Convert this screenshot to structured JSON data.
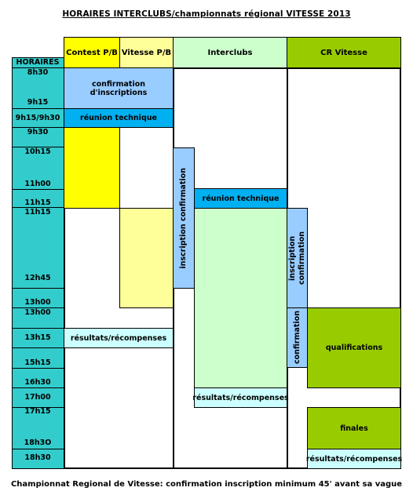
{
  "title": "HORAIRES INTERCLUBS/championnats régional VITESSE 2013",
  "footer": "Championnat Regional de Vitesse: confirmation inscription minimum 45' avant sa vague",
  "colors": {
    "teal": "#33cccc",
    "yellow": "#ffff00",
    "light_yellow": "#ffff99",
    "light_green": "#ccffcc",
    "green": "#99cc00",
    "light_blue": "#99ccff",
    "blue": "#00b0f0",
    "light_cyan": "#ccffff"
  },
  "headers": {
    "horaires": "HORAIRES",
    "contest": "Contest P/B",
    "vitesse_pb": "Vitesse P/B",
    "interclubs": "Interclubs",
    "cr_vitesse": "CR Vitesse"
  },
  "times": {
    "t0830": "8h30",
    "t0915": "9h15",
    "t0915_0930": "9h15/9h30",
    "t0930": "9h30",
    "t1015": "10h15",
    "t1100": "11h00",
    "t1115a": "11h15",
    "t1115b": "11h15",
    "t1245": "12h45",
    "t1300a": "13h00",
    "t1300b": "13h00",
    "t1315": "13h15",
    "t1515": "15h15",
    "t1630": "16h30",
    "t1700": "17h00",
    "t1715": "17h15",
    "t1830_o": "18h3O",
    "t1830": "18h30"
  },
  "blocks": {
    "confirmation_inscriptions": "confirmation d'inscriptions",
    "reunion_technique_1": "réunion technique",
    "reunion_technique_2": "réunion technique",
    "inscription_confirmation_1": "inscription confirmation",
    "inscription_confirmation_2": "inscription confirmation",
    "resultats_1": "résultats/récompenses",
    "resultats_2": "résultats/récompenses",
    "resultats_3": "résultats/récompenses",
    "confirmation": "confirmation",
    "qualifications": "qualifications",
    "finales": "finales"
  }
}
